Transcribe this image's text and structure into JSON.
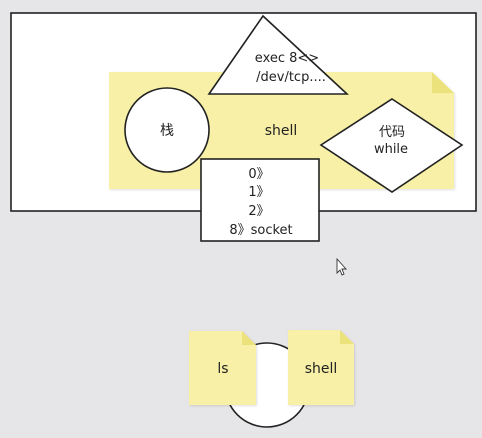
{
  "diagram": {
    "shell_label": "shell",
    "stack_label": "栈",
    "exec_lines": [
      "exec   8<>",
      "/dev/tcp...."
    ],
    "code_lines": [
      "代码",
      "while"
    ],
    "fd_lines": [
      "0》",
      "1》",
      "2》",
      "8》socket"
    ],
    "ls_label": "ls",
    "shell2_label": "shell"
  },
  "colors": {
    "background": "#e6e6e9",
    "note_fill": "#f7f0a6",
    "note_fold": "#ece27c",
    "stroke": "#222222",
    "white": "#ffffff"
  }
}
